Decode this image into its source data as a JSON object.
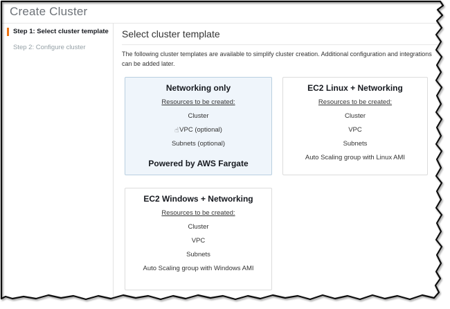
{
  "window": {
    "title": "Create Cluster"
  },
  "sidebar": {
    "steps": [
      {
        "label": "Step 1: Select cluster template",
        "active": true
      },
      {
        "label": "Step 2: Configure cluster",
        "active": false
      }
    ]
  },
  "main": {
    "heading": "Select cluster template",
    "description": "The following cluster templates are available to simplify cluster creation. Additional configuration and integrations can be added later.",
    "cards": [
      {
        "title": "Networking only",
        "resources_label": "Resources to be created:",
        "resources": [
          "Cluster",
          "VPC (optional)",
          "Subnets (optional)"
        ],
        "footer": "Powered by AWS Fargate",
        "selected": true
      },
      {
        "title": "EC2 Linux + Networking",
        "resources_label": "Resources to be created:",
        "resources": [
          "Cluster",
          "VPC",
          "Subnets",
          "Auto Scaling group with Linux AMI"
        ],
        "selected": false
      },
      {
        "title": "EC2 Windows + Networking",
        "resources_label": "Resources to be created:",
        "resources": [
          "Cluster",
          "VPC",
          "Subnets",
          "Auto Scaling group with Windows AMI"
        ],
        "selected": false
      }
    ]
  },
  "icons": {
    "hand_pointer": "☝"
  },
  "colors": {
    "accent_orange": "#ec7211",
    "selected_card_bg": "#eff5fb",
    "selected_card_border": "#b9cfe0",
    "card_border": "#dcdcdc",
    "divider": "#e7e7e7",
    "page_title_text": "#6d7278",
    "muted_step_text": "#95a0a6",
    "body_text": "#333333"
  }
}
